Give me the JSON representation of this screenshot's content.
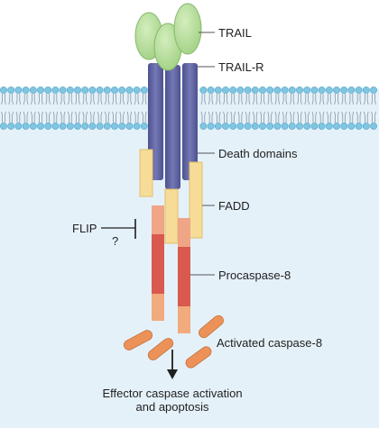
{
  "labels": {
    "trail": "TRAIL",
    "trail_r": "TRAIL-R",
    "death_domains": "Death domains",
    "fadd": "FADD",
    "flip": "FLIP",
    "question": "?",
    "procaspase": "Procaspase-8",
    "activated": "Activated caspase-8",
    "effector_line1": "Effector caspase activation",
    "effector_line2": "and apoptosis"
  },
  "colors": {
    "background": "#e5f1f9",
    "trail": "#b6dc9a",
    "trail_stroke": "#86b86c",
    "receptor": "#6c6fa8",
    "fadd": "#f6dc96",
    "procaspase_dd": "#efa586",
    "procaspase_body": "#d9594e",
    "caspase_active": "#ec9258",
    "membrane_head": "#7fc6e3"
  }
}
